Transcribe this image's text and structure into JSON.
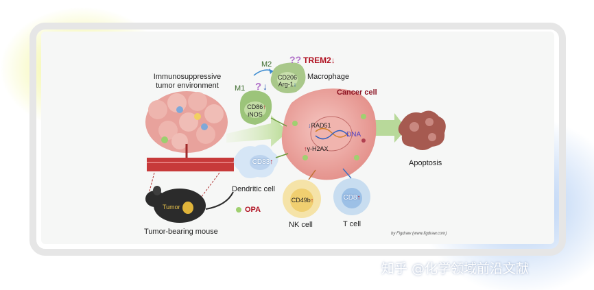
{
  "labels": {
    "immuno_env": "Immunosuppressive\ntumor environment",
    "m2": "M2",
    "m1": "M1",
    "trem2": "TREM2",
    "macrophage": "Macrophage",
    "cancer_cell": "Cancer cell",
    "dendritic_cell": "Dendritic cell",
    "nk_cell": "NK cell",
    "t_cell": "T cell",
    "apoptosis": "Apoptosis",
    "opa": "OPA",
    "tumor": "Tumor",
    "mouse": "Tumor-bearing mouse",
    "figdraw": "by Figdraw (www.figdraw.com)",
    "watermark": "知乎 @化学领域前沿文献"
  },
  "markers": {
    "cd206": "CD206",
    "arg1": "Arg-1",
    "cd86": "CD86",
    "inos": "iNOS",
    "cd83": "CD83",
    "cd49b": "CD49b",
    "cd8": "CD8",
    "rad51": "RAD51",
    "dna": "DNA",
    "h2ax": "γ-H2AX"
  },
  "glyphs": {
    "up": "↑",
    "down": "↓",
    "q": "?"
  },
  "colors": {
    "up_arrow": "#b01020",
    "down_arrow": "#2050b0",
    "trem2_text": "#b01020",
    "cancer_label": "#8a1020",
    "opa_text": "#b01020",
    "dna_text": "#5040c0",
    "trem2_icon": "#b070c8"
  }
}
